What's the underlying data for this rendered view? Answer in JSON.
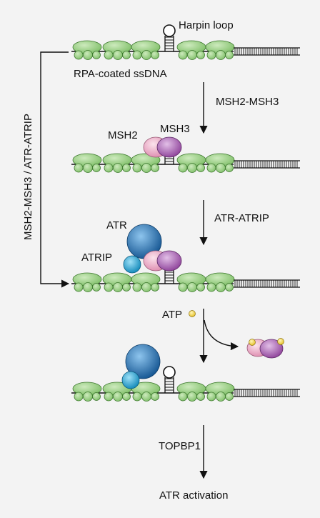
{
  "labels": {
    "hairpin_loop": "Harpin loop",
    "rpa_ssdna": "RPA-coated ssDNA",
    "step1": "MSH2-MSH3",
    "msh2": "MSH2",
    "msh3": "MSH3",
    "step2": "ATR-ATRIP",
    "atr": "ATR",
    "atrip": "ATRIP",
    "feedback": "MSH2-MSH3 / ATR-ATRIP",
    "atp": "ATP",
    "step4": "TOPBP1",
    "result": "ATR activation"
  },
  "colors": {
    "background": "#f3f3f3",
    "rpa_green": "#9fd08a",
    "msh2_pink": "#e7a7c0",
    "msh3_purple": "#a860b0",
    "atr_blue": "#1f6fb6",
    "atrip_cyan": "#1aa8dd",
    "atp_yellow": "#f3d64b"
  },
  "icons": {
    "rpa": "rpa-protein-cluster",
    "hairpin": "hairpin-loop-icon",
    "dsdna": "double-strand-dna-icon",
    "msh": "msh2-msh3-complex-icon",
    "atr": "atr-sphere-icon",
    "atrip": "atrip-sphere-icon",
    "atp": "atp-dot-icon",
    "arrow": "down-arrow-icon"
  }
}
